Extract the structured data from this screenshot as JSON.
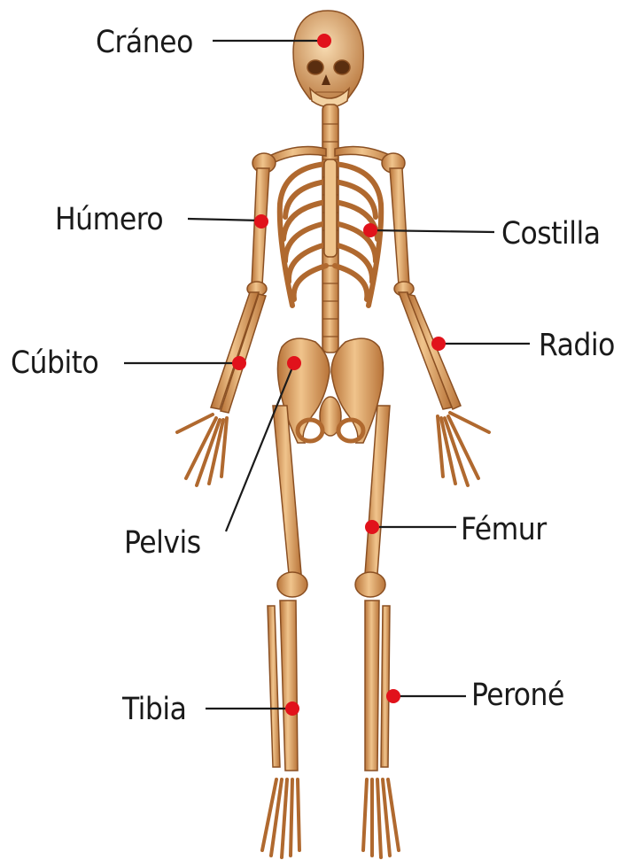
{
  "colors": {
    "bone": "#e0a86a",
    "bone_light": "#f3cf9c",
    "bone_dark": "#a8642e",
    "marker": "#e1121b",
    "leader": "#1a1a1a",
    "text": "#1a1a1a"
  },
  "labels": {
    "craneo": "Cráneo",
    "humero": "Húmero",
    "costilla": "Costilla",
    "cubito": "Cúbito",
    "radio": "Radio",
    "pelvis": "Pelvis",
    "femur": "Fémur",
    "tibia": "Tibia",
    "perone": "Peroné"
  }
}
